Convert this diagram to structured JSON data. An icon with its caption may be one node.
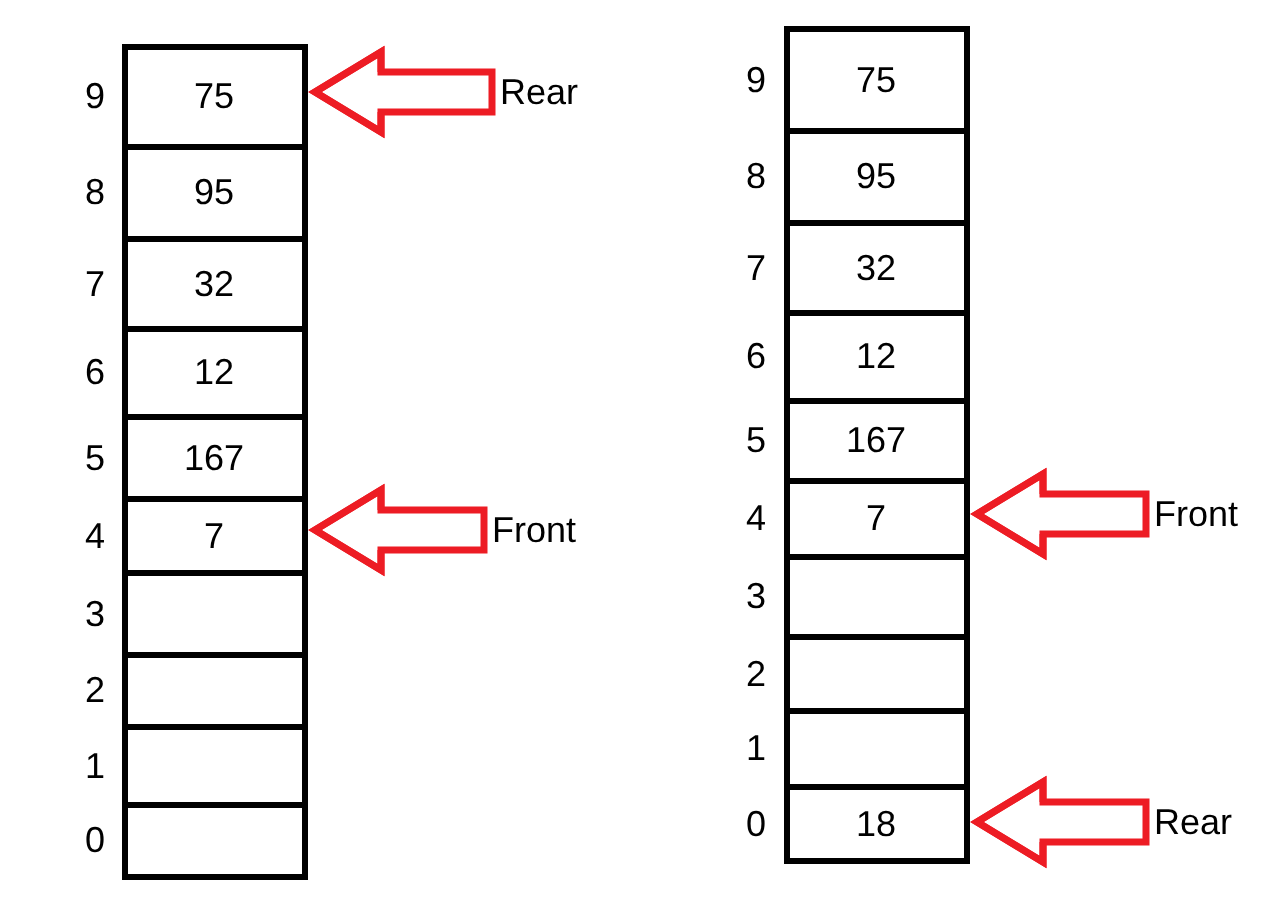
{
  "diagram": {
    "nodes": [
      {
        "text": [
          "75"
        ],
        "beside": [
          "9"
        ]
      },
      {
        "text": [
          "95"
        ],
        "beside": [
          "8"
        ]
      },
      {
        "text": [
          "32"
        ],
        "beside": [
          "7"
        ]
      },
      {
        "text": [
          "12"
        ],
        "beside": [
          "6"
        ]
      },
      {
        "text": [
          "167"
        ],
        "beside": [
          "5"
        ]
      },
      {
        "text": [
          "7"
        ],
        "beside": [
          "4"
        ]
      },
      {
        "text": [],
        "shape": "box",
        "beside": [
          "3"
        ]
      },
      {
        "text": [],
        "shape": "box",
        "beside": [
          "2"
        ]
      },
      {
        "text": [],
        "shape": "box",
        "beside": [
          "1"
        ]
      },
      {
        "text": [],
        "shape": "box",
        "beside": [
          "0"
        ]
      },
      {
        "text": [
          "Rear"
        ]
      },
      {
        "text": [
          "Front"
        ]
      },
      {
        "text": [
          "75"
        ],
        "beside": [
          "9"
        ]
      },
      {
        "text": [
          "95"
        ],
        "beside": [
          "8"
        ]
      },
      {
        "text": [
          "32"
        ],
        "beside": [
          "7"
        ]
      },
      {
        "text": [
          "12"
        ],
        "beside": [
          "6"
        ]
      },
      {
        "text": [
          "167"
        ],
        "beside": [
          "5"
        ]
      },
      {
        "text": [
          "7"
        ],
        "beside": [
          "4"
        ]
      },
      {
        "text": [],
        "shape": "box",
        "beside": [
          "3"
        ]
      },
      {
        "text": [],
        "shape": "box",
        "beside": [
          "2"
        ]
      },
      {
        "text": [],
        "shape": "box",
        "beside": [
          "1"
        ]
      },
      {
        "text": [
          "18"
        ],
        "beside": [
          "0"
        ]
      },
      {
        "text": [
          "Front"
        ]
      },
      {
        "text": [
          "Rear"
        ]
      }
    ],
    "edges": [
      {
        "from": 10,
        "to": 0,
        "arrow": "to"
      },
      {
        "from": 11,
        "to": 5,
        "arrow": "to"
      },
      {
        "from": 22,
        "to": 17,
        "arrow": "to"
      },
      {
        "from": 23,
        "to": 21,
        "arrow": "to"
      }
    ]
  }
}
